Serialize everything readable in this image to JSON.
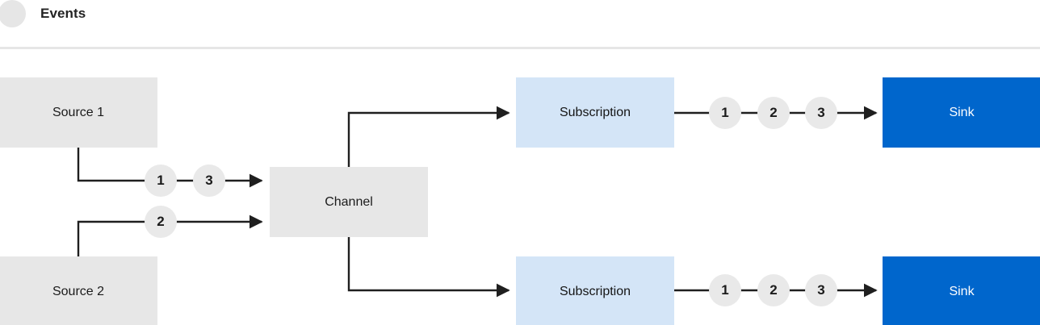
{
  "legend": {
    "marker_icon": "event-circle-icon",
    "label": "Events",
    "marker_color": "#e6e6e6"
  },
  "colors": {
    "source_fill": "#e7e7e7",
    "channel_fill": "#e7e7e7",
    "subscription_fill": "#d4e5f7",
    "sink_fill": "#0066cc",
    "sink_text": "#ffffff",
    "token_fill": "#e9e9e9",
    "wire": "#1f1f1f",
    "divider": "#e6e6e6",
    "canvas": "#ffffff"
  },
  "nodes": {
    "source_1": {
      "label": "Source 1"
    },
    "source_2": {
      "label": "Source 2"
    },
    "channel": {
      "label": "Channel"
    },
    "subscription_top": {
      "label": "Subscription"
    },
    "subscription_bottom": {
      "label": "Subscription"
    },
    "sink_top": {
      "label": "Sink"
    },
    "sink_bottom": {
      "label": "Sink"
    }
  },
  "tokens": {
    "source1_to_channel": [
      "1"
    ],
    "channel_inbound_extra": [
      "3"
    ],
    "source2_to_channel": [
      "2"
    ],
    "subscription_top_to_sink": [
      "1",
      "2",
      "3"
    ],
    "subscription_bottom_to_sink": [
      "1",
      "2",
      "3"
    ]
  }
}
